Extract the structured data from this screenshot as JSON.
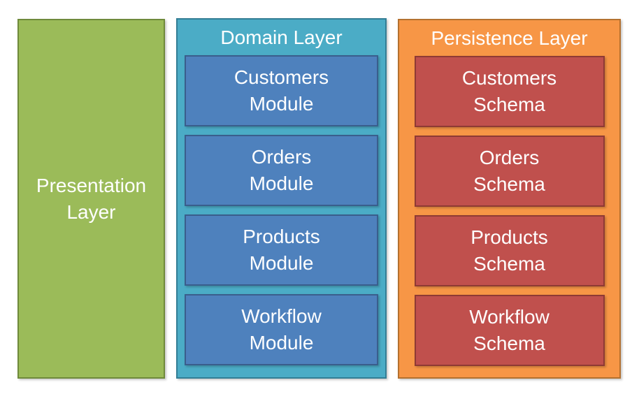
{
  "theme": {
    "canvas_bg": "#FFFFFF",
    "text_color": "#FFFFFF",
    "green_fill": "#9BBB59",
    "green_border": "#6F8A3B",
    "teal_fill": "#4BACC6",
    "teal_border": "#337E95",
    "blue_fill": "#4E81BD",
    "blue_border": "#3A5E8C",
    "orange_fill": "#F79646",
    "orange_border": "#B4712F",
    "red_fill": "#C0504D",
    "red_border": "#8E3A34"
  },
  "diagram": {
    "presentation_layer": {
      "line1": "Presentation",
      "line2": "Layer"
    },
    "domain_layer": {
      "title": "Domain Layer",
      "modules": [
        {
          "line1": "Customers",
          "line2": "Module"
        },
        {
          "line1": "Orders",
          "line2": "Module"
        },
        {
          "line1": "Products",
          "line2": "Module"
        },
        {
          "line1": "Workflow",
          "line2": "Module"
        }
      ]
    },
    "persistence_layer": {
      "title": "Persistence Layer",
      "schemas": [
        {
          "line1": "Customers",
          "line2": "Schema"
        },
        {
          "line1": "Orders",
          "line2": "Schema"
        },
        {
          "line1": "Products",
          "line2": "Schema"
        },
        {
          "line1": "Workflow",
          "line2": "Schema"
        }
      ]
    }
  }
}
